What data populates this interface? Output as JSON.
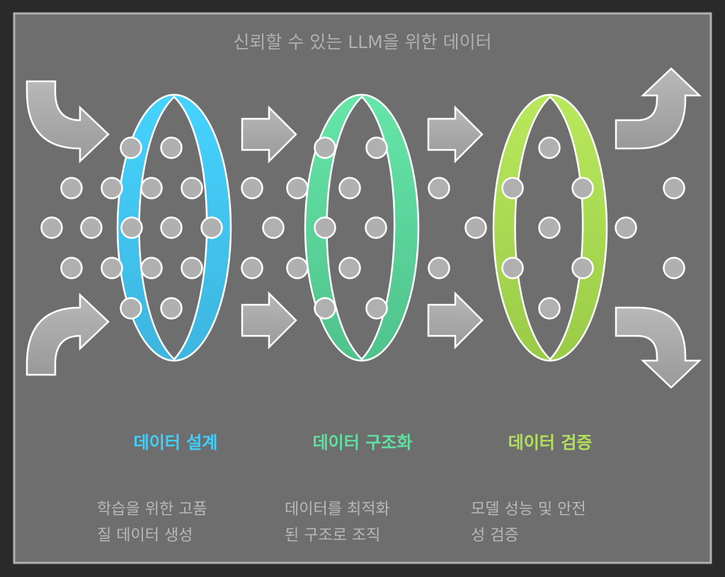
{
  "title": "신뢰할 수 있는 LLM을 위한 데이터",
  "stages": [
    {
      "label": "데이터 설계",
      "color": "#41cffc",
      "desc": [
        "학습을 위한 고품",
        "질 데이터 생성"
      ]
    },
    {
      "label": "데이터 구조화",
      "color": "#5fe0a0",
      "desc": [
        "데이터를 최적화",
        "된 구조로 조직"
      ]
    },
    {
      "label": "데이터 검증",
      "color": "#b3e05a",
      "desc": [
        "모델 성능 및 안전",
        "성 검증"
      ]
    }
  ]
}
